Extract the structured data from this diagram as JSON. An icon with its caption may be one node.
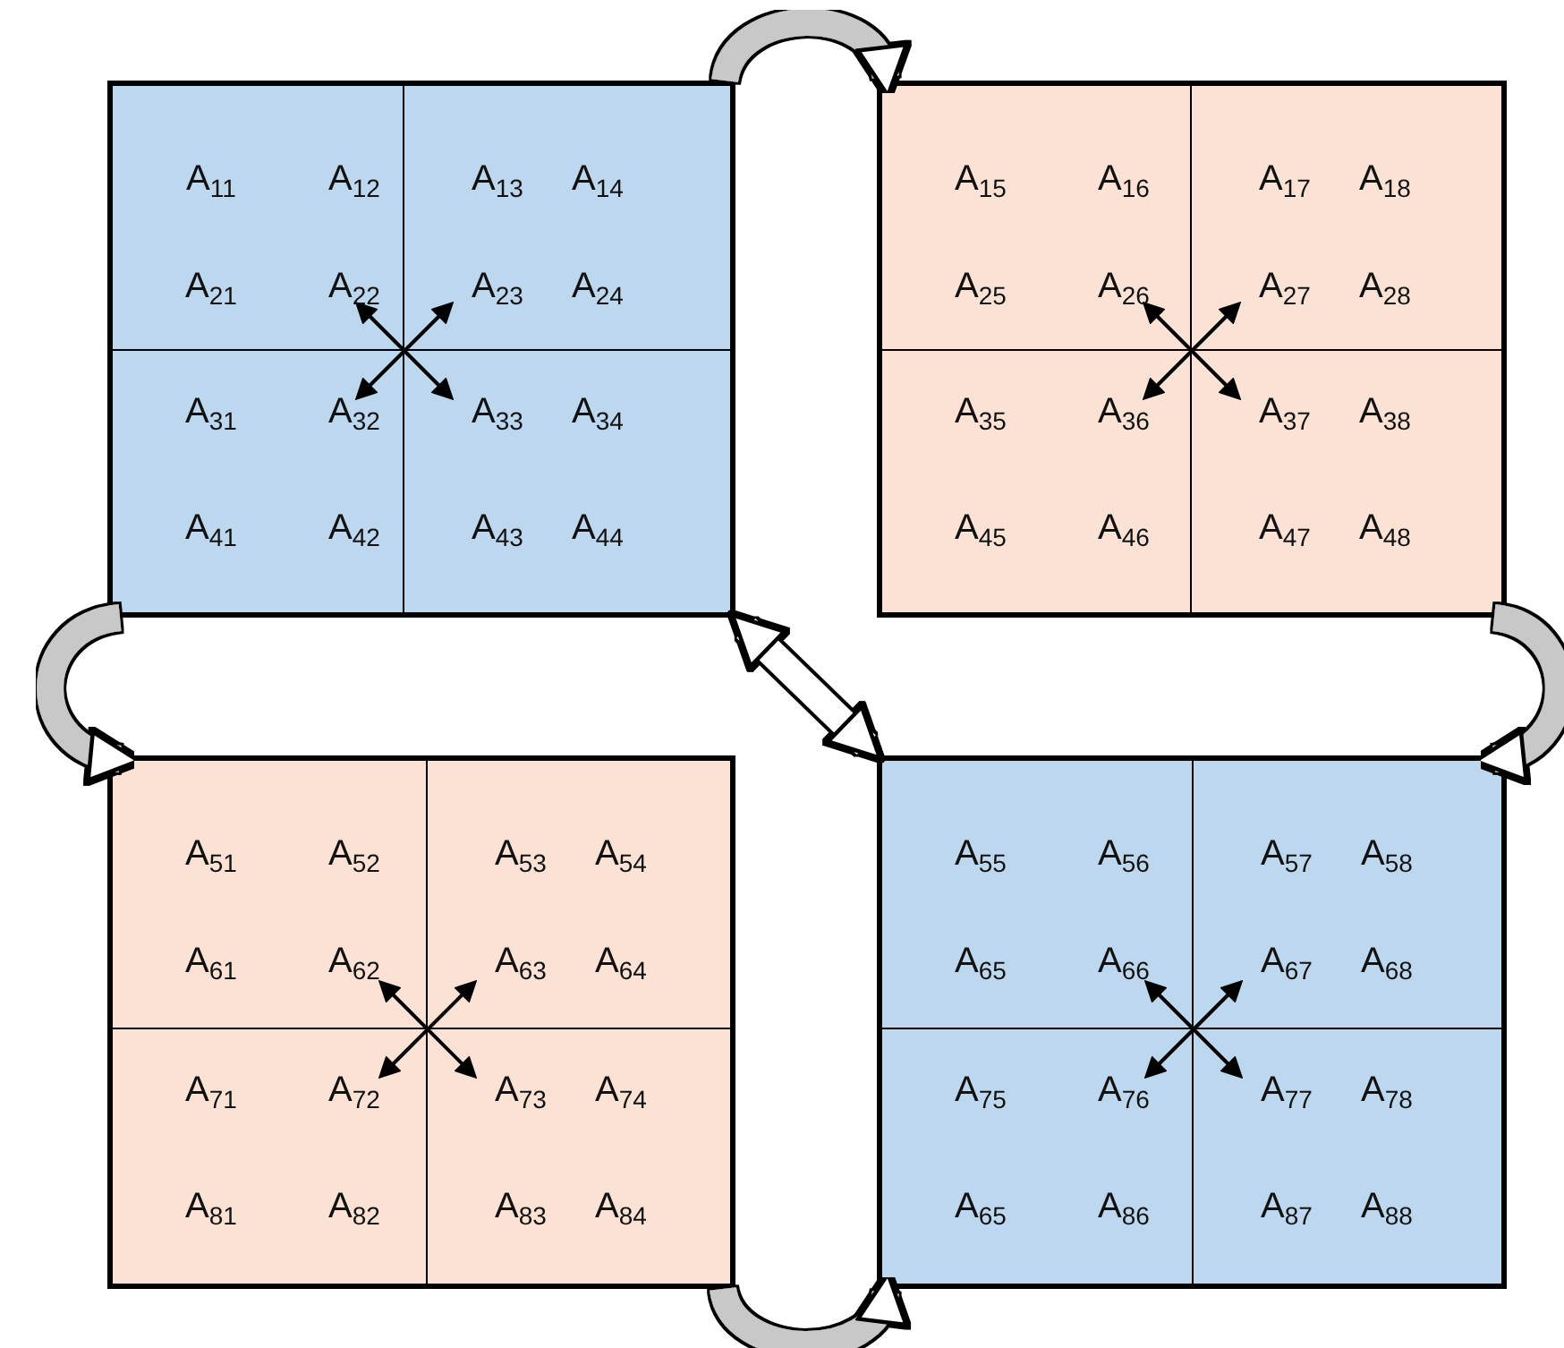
{
  "diagram": {
    "nodes": [
      {
        "text": [],
        "shape": "box"
      },
      {
        "text": [
          "A$_{11}$",
          "A$_{12}$",
          "A$_{21}$",
          "A$_{22}$"
        ],
        "in": 0
      },
      {
        "text": [
          "A$_{13}$",
          "A$_{14}$",
          "A$_{23}$",
          "A$_{24}$"
        ],
        "in": 0
      },
      {
        "text": [
          "A$_{31}$",
          "A$_{32}$",
          "A$_{41}$",
          "A$_{42}$"
        ],
        "in": 0
      },
      {
        "text": [
          "A$_{33}$",
          "A$_{34}$",
          "A$_{43}$",
          "A$_{44}$"
        ],
        "in": 0
      },
      {
        "text": [],
        "shape": "box"
      },
      {
        "text": [
          "A$_{15}$",
          "A$_{16}$",
          "A$_{25}$",
          "A$_{26}$"
        ],
        "in": 5
      },
      {
        "text": [
          "A$_{17}$",
          "A$_{18}$",
          "A$_{27}$",
          "A$_{28}$"
        ],
        "in": 5
      },
      {
        "text": [
          "A$_{35}$",
          "A$_{36}$",
          "A$_{45}$",
          "A$_{46}$"
        ],
        "in": 5
      },
      {
        "text": [
          "A$_{37}$",
          "A$_{38}$",
          "A$_{47}$",
          "A$_{48}$"
        ],
        "in": 5
      },
      {
        "text": [],
        "shape": "box"
      },
      {
        "text": [
          "A$_{51}$",
          "A$_{52}$",
          "A$_{61}$",
          "A$_{62}$"
        ],
        "in": 10
      },
      {
        "text": [
          "A$_{53}$",
          "A$_{54}$",
          "A$_{63}$",
          "A$_{64}$"
        ],
        "in": 10
      },
      {
        "text": [
          "A$_{71}$",
          "A$_{72}$",
          "A$_{81}$",
          "A$_{82}$"
        ],
        "in": 10
      },
      {
        "text": [
          "A$_{73}$",
          "A$_{74}$",
          "A$_{83}$",
          "A$_{84}$"
        ],
        "in": 10
      },
      {
        "text": [],
        "shape": "box"
      },
      {
        "text": [
          "A$_{55}$",
          "A$_{56}$",
          "A$_{65}$",
          "A$_{66}$"
        ],
        "in": 15
      },
      {
        "text": [
          "A$_{57}$",
          "A$_{58}$",
          "A$_{67}$",
          "A$_{68}$"
        ],
        "in": 15
      },
      {
        "text": [
          "A$_{75}$",
          "A$_{76}$",
          "A$_{65}$",
          "A$_{86}$"
        ],
        "in": 15
      },
      {
        "text": [
          "A$_{77}$",
          "A$_{78}$",
          "A$_{87}$",
          "A$_{88}$"
        ],
        "in": 15
      }
    ],
    "edges": [
      {
        "from": 0,
        "to": 5,
        "arrow": "to",
        "style": "thick",
        "color": "#c8c8c8"
      },
      {
        "from": 5,
        "to": 15,
        "arrow": "to",
        "style": "thick",
        "color": "#c8c8c8"
      },
      {
        "from": 0,
        "to": 10,
        "arrow": "to",
        "style": "thick",
        "color": "#c8c8c8"
      },
      {
        "from": 10,
        "to": 15,
        "arrow": "to",
        "style": "thick",
        "color": "#c8c8c8"
      },
      {
        "from": 0,
        "to": 15,
        "arrow": "both",
        "style": "thick",
        "color": "#ffffff"
      },
      {
        "from": 1,
        "to": 4,
        "arrow": "both"
      },
      {
        "from": 2,
        "to": 3,
        "arrow": "both"
      },
      {
        "from": 6,
        "to": 9,
        "arrow": "both"
      },
      {
        "from": 7,
        "to": 8,
        "arrow": "both"
      },
      {
        "from": 11,
        "to": 14,
        "arrow": "both"
      },
      {
        "from": 12,
        "to": 13,
        "arrow": "both"
      },
      {
        "from": 16,
        "to": 19,
        "arrow": "both"
      },
      {
        "from": 17,
        "to": 18,
        "arrow": "both"
      }
    ]
  }
}
